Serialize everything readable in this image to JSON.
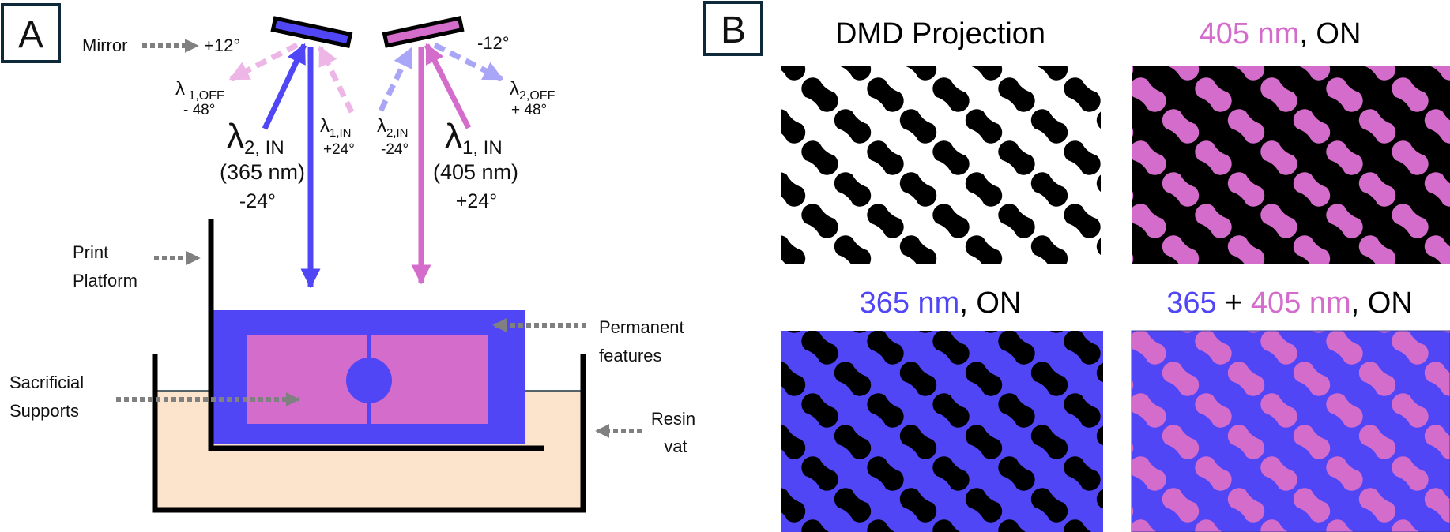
{
  "colors": {
    "blue": "#5046F5",
    "pink": "#D46CCB",
    "light_blue": "#A9A5F7",
    "light_pink": "#EDB6E6",
    "resin": "#FCE4CC",
    "gray_arrow": "#808080",
    "panel_border": "#0E2A3A"
  },
  "panel_a": {
    "letter": "A",
    "mirror_label": "Mirror",
    "mirror_left_angle": "+12°",
    "mirror_right_angle": "-12°",
    "lambda1_off": {
      "symbol": "λ",
      "sub": " 1,OFF",
      "angle": "- 48°"
    },
    "lambda2_off": {
      "symbol": "λ",
      "sub": "2,OFF",
      "angle": "+ 48°"
    },
    "lambda1_in_small": {
      "symbol": "λ",
      "sub": "1,IN",
      "angle": "+24°"
    },
    "lambda2_in_small": {
      "symbol": "λ",
      "sub": "2,IN",
      "angle": "-24°"
    },
    "lambda2_in": {
      "symbol": "λ",
      "sub": "2, IN",
      "wavelength": "(365 nm)",
      "angle": "-24°"
    },
    "lambda1_in": {
      "symbol": "λ",
      "sub": "1, IN",
      "wavelength": "(405 nm)",
      "angle": "+24°"
    },
    "print_platform": [
      "Print",
      "Platform"
    ],
    "sacrificial_supports": [
      "Sacrificial",
      "Supports"
    ],
    "permanent_features": [
      "Permanent",
      "features"
    ],
    "resin_vat": [
      "Resin",
      "vat"
    ]
  },
  "panel_b": {
    "letter": "B",
    "panels": [
      {
        "title_parts": [
          {
            "text": "DMD Projection",
            "color": "#000000"
          }
        ]
      },
      {
        "title_parts": [
          {
            "text": "405 nm",
            "color": "#D46CCB"
          },
          {
            "text": ", ON",
            "color": "#000000"
          }
        ]
      },
      {
        "title_parts": [
          {
            "text": "365 nm",
            "color": "#5046F5"
          },
          {
            "text": ", ON",
            "color": "#000000"
          }
        ]
      },
      {
        "title_parts": [
          {
            "text": "365",
            "color": "#5046F5"
          },
          {
            "text": " + ",
            "color": "#000000"
          },
          {
            "text": "405 nm",
            "color": "#D46CCB"
          },
          {
            "text": ", ON",
            "color": "#000000"
          }
        ]
      }
    ]
  }
}
